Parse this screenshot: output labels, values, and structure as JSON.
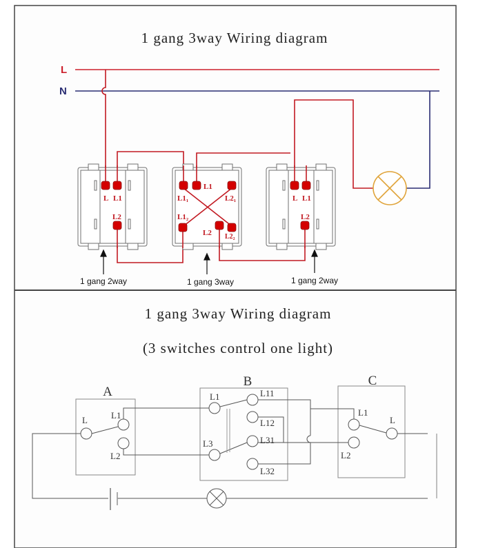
{
  "top_panel": {
    "title": "1 gang 3way Wiring diagram",
    "line_labels": {
      "live": "L",
      "neutral": "N"
    },
    "colors": {
      "live": "#cc1f2b",
      "neutral": "#2a2d73",
      "terminal": "#d40000",
      "lamp": "#e0a43a",
      "frame": "#8a8a8a"
    },
    "switches": [
      {
        "caption": "1 gang 2way",
        "terminals": [
          "L",
          "L1",
          "L2"
        ]
      },
      {
        "caption": "1 gang 3way",
        "terminals": [
          "L1",
          "L1₁",
          "L2₁",
          "L1₂",
          "L2",
          "L2₂"
        ]
      },
      {
        "caption": "1 gang 2way",
        "terminals": [
          "L",
          "L1",
          "L2"
        ]
      }
    ]
  },
  "bottom_panel": {
    "title": "1 gang 3way Wiring diagram",
    "subtitle": "(3 switches control one light)",
    "switches": [
      {
        "name": "A",
        "terminals": [
          "L",
          "L1",
          "L2"
        ]
      },
      {
        "name": "B",
        "terminals": [
          "L1",
          "L3",
          "L11",
          "L12",
          "L31",
          "L32"
        ]
      },
      {
        "name": "C",
        "terminals": [
          "L1",
          "L2",
          "L"
        ]
      }
    ]
  }
}
